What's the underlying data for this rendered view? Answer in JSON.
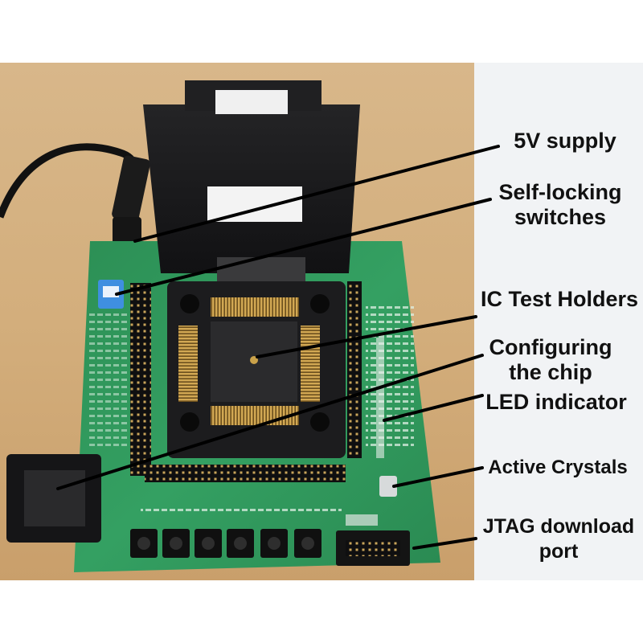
{
  "photo": {
    "colors": {
      "table": "#d9b889",
      "panel": "#f2f4f6",
      "pcb": "#2f9a5a",
      "socket": "#1c1c1e",
      "gold_pins": "#b98f3c",
      "led_red": "#e0302a",
      "switch_blue": "#3f8fe0",
      "leader_line": "#000000"
    }
  },
  "callouts": [
    {
      "id": "5v-supply",
      "lines": [
        "5V supply"
      ]
    },
    {
      "id": "self-locking-switches",
      "lines": [
        "Self-locking",
        "switches"
      ]
    },
    {
      "id": "ic-test-holders",
      "lines": [
        "IC Test Holders"
      ]
    },
    {
      "id": "configuring-the-chip",
      "lines": [
        "Configuring",
        "the chip"
      ]
    },
    {
      "id": "led-indicator",
      "lines": [
        "LED indicator"
      ]
    },
    {
      "id": "active-crystals",
      "lines": [
        "Active Crystals"
      ]
    },
    {
      "id": "jtag-download-port",
      "lines": [
        "JTAG download",
        "port"
      ]
    }
  ]
}
